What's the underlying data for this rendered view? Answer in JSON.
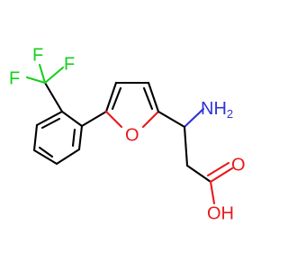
{
  "atoms": {
    "f_left": {
      "label": "F",
      "color": "#14d01c"
    },
    "f_top": {
      "label": "F",
      "color": "#14d01c"
    },
    "f_right": {
      "label": "F",
      "color": "#14d01c"
    },
    "furan_o": {
      "label": "O",
      "color": "#e8191a"
    },
    "amine": {
      "label": "NH",
      "subscript": "2",
      "color": "#2f33d6"
    },
    "carbonyl_o": {
      "label": "O",
      "color": "#e8191a"
    },
    "hydroxyl": {
      "label": "OH",
      "color": "#e8191a"
    }
  },
  "colors": {
    "bond": "#000000",
    "background": "#ffffff"
  }
}
